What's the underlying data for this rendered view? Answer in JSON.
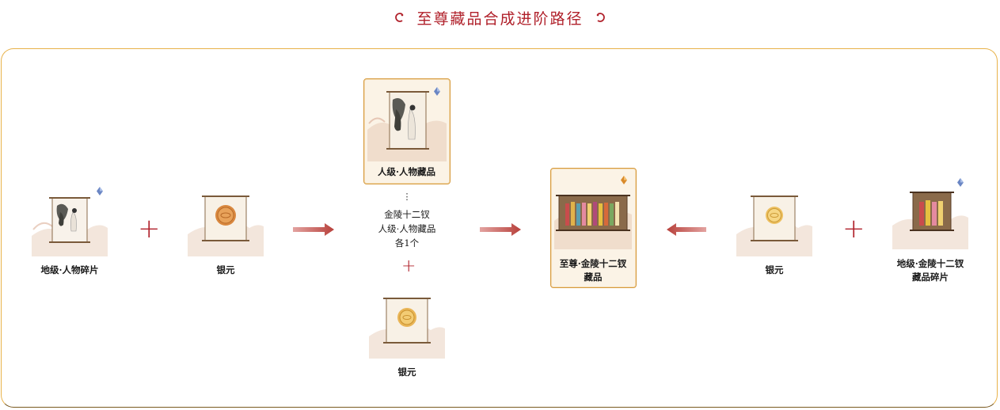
{
  "title": "至尊藏品合成进阶路径",
  "colors": {
    "accent_red": "#b0202a",
    "frame_gold": "#e8b24a",
    "card_border": "#d79a3c",
    "arrow_red": "#c0504d"
  },
  "nodes": {
    "earth_fragment": {
      "label": "地级·人物碎片",
      "badge_icon": "diamond-icon"
    },
    "silver_left": {
      "label": "银元"
    },
    "human_collection": {
      "label": "人级·人物藏品",
      "badge_icon": "diamond-icon"
    },
    "middle_requirement": {
      "ellipsis": "⋮",
      "line1": "金陵十二钗",
      "line2": "人级·人物藏品",
      "line3": "各1个"
    },
    "silver_middle": {
      "label": "银元"
    },
    "supreme_collection": {
      "line1": "至尊·金陵十二钗",
      "line2": "藏品",
      "badge_icon": "diamond-icon"
    },
    "silver_right": {
      "label": "银元"
    },
    "earth_jinling_fragment": {
      "line1": "地级·金陵十二钗",
      "line2": "藏品碎片",
      "badge_icon": "diamond-icon"
    }
  },
  "operators": {
    "plus": "+"
  }
}
